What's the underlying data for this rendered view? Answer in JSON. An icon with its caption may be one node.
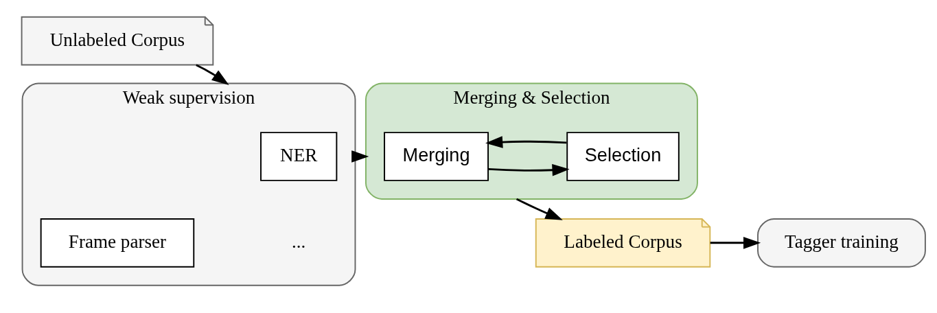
{
  "diagram": {
    "nodes": [
      {
        "text": [
          "Unlabeled Corpus"
        ]
      },
      {
        "text": [
          "Weak supervision"
        ]
      },
      {
        "text": [
          "NER"
        ],
        "in": 1
      },
      {
        "text": [
          "Frame parser"
        ],
        "in": 1
      },
      {
        "text": [
          "Merging & Selection"
        ]
      },
      {
        "text": [
          "Merging"
        ],
        "in": 4
      },
      {
        "text": [
          "Selection"
        ],
        "in": 4
      },
      {
        "text": [
          "Labeled Corpus"
        ]
      },
      {
        "text": [
          "Tagger training"
        ]
      }
    ],
    "edges": [
      {
        "from": 0,
        "to": 1,
        "arrow": "to"
      },
      {
        "from": 1,
        "to": 4,
        "arrow": "to"
      },
      {
        "from": 5,
        "to": 6,
        "arrow": "to"
      },
      {
        "from": 6,
        "to": 5,
        "arrow": "to"
      },
      {
        "from": 4,
        "to": 7,
        "arrow": "to"
      },
      {
        "from": 7,
        "to": 8,
        "arrow": "to"
      }
    ],
    "labels": [
      "..."
    ]
  }
}
